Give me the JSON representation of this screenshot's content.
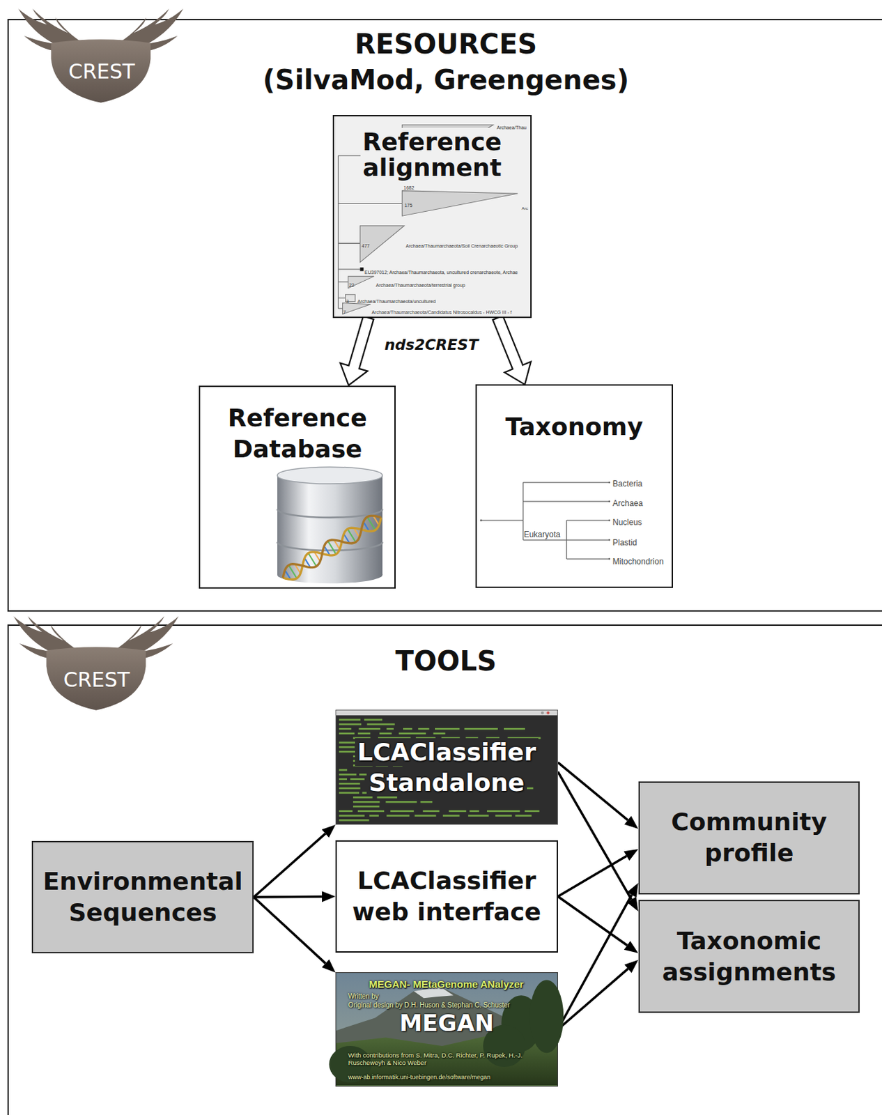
{
  "diagram": {
    "nodes": [
      {
        "text": [
          "RESOURCES",
          "(SilvaMod, Greengenes)"
        ]
      },
      {
        "text": [
          "Reference alignment"
        ],
        "in": 0
      },
      {
        "text": [
          "Reference Database"
        ],
        "in": 0
      },
      {
        "text": [
          "Taxonomy"
        ],
        "in": 0
      },
      {
        "text": [
          "TOOLS"
        ]
      },
      {
        "text": [
          "Environmental Sequences"
        ],
        "in": 4
      },
      {
        "text": [
          "LCAClassifier Standalone"
        ],
        "in": 4
      },
      {
        "text": [
          "LCAClassifier web interface"
        ],
        "in": 4
      },
      {
        "text": [
          "MEGAN"
        ],
        "in": 4
      },
      {
        "text": [
          "Community profile"
        ],
        "in": 4
      },
      {
        "text": [
          "Taxonomic assignments"
        ],
        "in": 4
      }
    ],
    "edges": [
      {
        "from": 1,
        "to": 2,
        "arrow": "to"
      },
      {
        "from": 1,
        "to": 3,
        "arrow": "to"
      },
      {
        "from": 5,
        "to": 6,
        "arrow": "to"
      },
      {
        "from": 5,
        "to": 7,
        "arrow": "to"
      },
      {
        "from": 5,
        "to": 8,
        "arrow": "to"
      },
      {
        "from": 6,
        "to": 9,
        "arrow": "to"
      },
      {
        "from": 6,
        "to": 10,
        "arrow": "to"
      },
      {
        "from": 7,
        "to": 9,
        "arrow": "to"
      },
      {
        "from": 7,
        "to": 10,
        "arrow": "to"
      },
      {
        "from": 8,
        "to": 9,
        "arrow": "to"
      },
      {
        "from": 8,
        "to": 10,
        "arrow": "to"
      }
    ],
    "labels": [
      "CREST",
      "CREST",
      "nds2CREST",
      "1682",
      "Archaea/Thau",
      "175",
      "Arc",
      "477",
      "Archaea/Thaumarchaeota/Soil Crenarchaeotic Group",
      "EU397012; Archaea/Thaumarchaeota, uncultured crenarchaeote, Archae",
      "22",
      "Archaea/Thaumarchaeota/terrestrial group",
      "3",
      "Archaea/Thaumarchaeota/uncultured",
      "7",
      "Archaea/Thaumarchaeota/Candidatus Nitrosocaldus - HWCG III - f",
      "Bacteria",
      "Archaea",
      "Nucleus",
      "Plastid",
      "Mitochondrion",
      "Eukaryota",
      "MEGAN- MEtaGenome ANalyzer",
      "Written by",
      "Original design by D.H. Huson & Stephan C. Schuster",
      "With contributions from S. Mitra, D.C. Richter, P. Rupek, H.-J. Ruscheweyh & Nico Weber",
      "www-ab.informatik.uni-tuebingen.de/software/megan"
    ]
  }
}
